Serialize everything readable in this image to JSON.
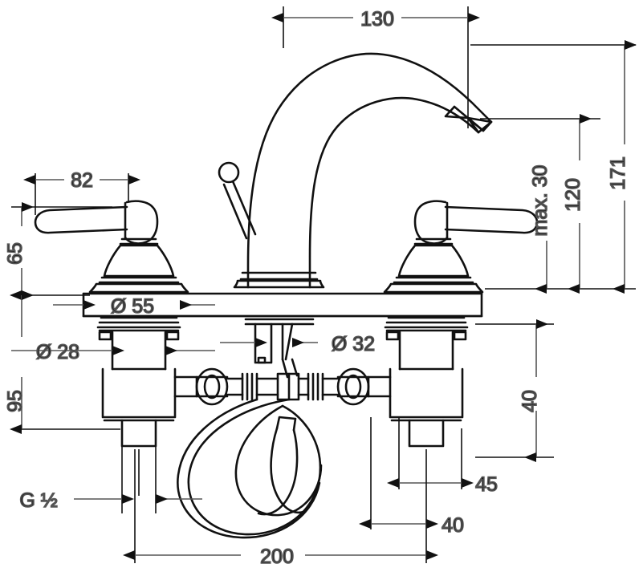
{
  "drawing": {
    "title": "Widespread basin mixer dimensional drawing",
    "type": "technical-line-drawing",
    "units": "mm",
    "line_color": "#111111",
    "dimension_line_color": "#555555",
    "background": "#ffffff"
  },
  "dimensions": {
    "spout_reach_top": "130",
    "handle_offset_left": "82",
    "handle_height": "65",
    "shank_depth": "95",
    "total_height": "171",
    "spout_height": "120",
    "deck_thickness_max": "max. 30",
    "escutcheon_dia": "Ø 55",
    "shank_dia": "Ø 28",
    "spout_base_dia": "Ø 32",
    "thread": "G ½",
    "offset_45": "45",
    "offset_40_h": "40",
    "offset_40_v": "40",
    "center_spacing": "200"
  },
  "labels": [
    {
      "id": "dim-130",
      "text": "130",
      "kind": "horizontal-dimension"
    },
    {
      "id": "dim-82",
      "text": "82",
      "kind": "horizontal-dimension"
    },
    {
      "id": "dim-65",
      "text": "65",
      "kind": "vertical-dimension"
    },
    {
      "id": "dim-95",
      "text": "95",
      "kind": "vertical-dimension"
    },
    {
      "id": "dim-171",
      "text": "171",
      "kind": "vertical-dimension"
    },
    {
      "id": "dim-120",
      "text": "120",
      "kind": "vertical-dimension"
    },
    {
      "id": "dim-max30",
      "text": "max. 30",
      "kind": "vertical-dimension"
    },
    {
      "id": "dim-d55",
      "text": "Ø 55",
      "kind": "diameter-dimension"
    },
    {
      "id": "dim-d28",
      "text": "Ø 28",
      "kind": "diameter-dimension"
    },
    {
      "id": "dim-d32",
      "text": "Ø 32",
      "kind": "diameter-dimension"
    },
    {
      "id": "dim-g12",
      "text": "G ½",
      "kind": "thread-callout"
    },
    {
      "id": "dim-45",
      "text": "45",
      "kind": "horizontal-dimension"
    },
    {
      "id": "dim-40h",
      "text": "40",
      "kind": "horizontal-dimension"
    },
    {
      "id": "dim-40v",
      "text": "40",
      "kind": "vertical-dimension"
    },
    {
      "id": "dim-200",
      "text": "200",
      "kind": "horizontal-dimension"
    }
  ],
  "components": [
    {
      "name": "spout",
      "description": "curved arched spout with angled outlet"
    },
    {
      "name": "left-handle",
      "description": "lever handle on bell base"
    },
    {
      "name": "right-handle",
      "description": "lever handle on bell base"
    },
    {
      "name": "pop-up-rod",
      "description": "lift rod with round knob"
    },
    {
      "name": "deck-plate",
      "description": "mounting surface line"
    },
    {
      "name": "left-valve-body",
      "description": "threaded shank with connector"
    },
    {
      "name": "right-valve-body",
      "description": "threaded shank with connector"
    },
    {
      "name": "coiled-hose",
      "description": "flexible supply hose loop"
    }
  ]
}
